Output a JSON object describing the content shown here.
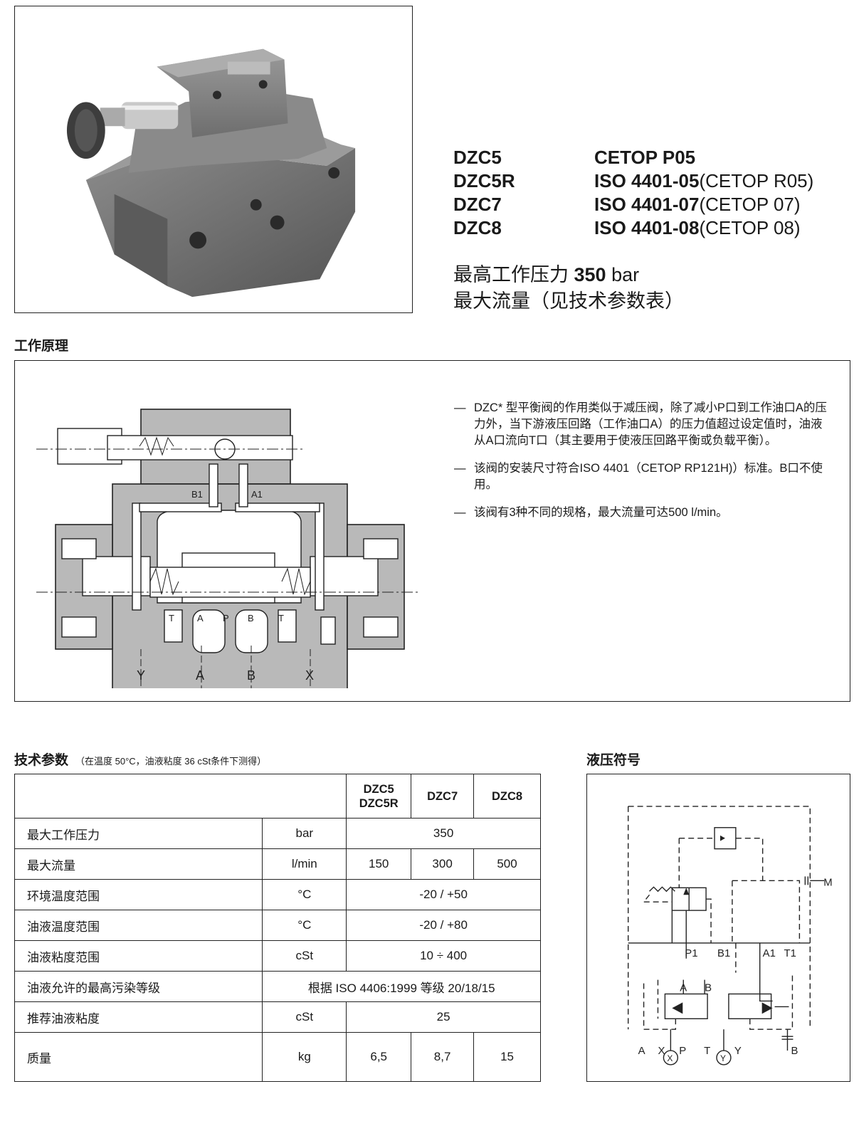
{
  "models": [
    {
      "code": "DZC5",
      "norm_bold": "CETOP P05",
      "norm_light": ""
    },
    {
      "code": "DZC5R",
      "norm_bold": "ISO 4401-05",
      "norm_light": " (CETOP R05)"
    },
    {
      "code": "DZC7",
      "norm_bold": "ISO 4401-07",
      "norm_light": " (CETOP 07)"
    },
    {
      "code": "DZC8",
      "norm_bold": "ISO 4401-08",
      "norm_light": " (CETOP 08)"
    }
  ],
  "headline": {
    "pressure_label": "最高工作压力 ",
    "pressure_value": "350",
    "pressure_unit": " bar",
    "flow": "最大流量（见技术参数表）"
  },
  "principle": {
    "title": "工作原理",
    "bullets": [
      "DZC* 型平衡阀的作用类似于减压阀，除了减小P口到工作油口A的压力外，当下游液压回路（工作油口A）的压力值超过设定值时，油液从A口流向T口（其主要用于使液压回路平衡或负载平衡）。",
      "该阀的安装尺寸符合ISO 4401（CETOP RP121H)）标准。B口不使用。",
      "该阀有3种不同的规格，最大流量可达500 l/min。"
    ],
    "dash": "—",
    "diagram_labels": {
      "b1": "B1",
      "a1": "A1",
      "t_left": "T",
      "a_in": "A",
      "p_in": "P",
      "b_in": "B",
      "t_right": "T",
      "y": "Y",
      "a": "A",
      "b": "B",
      "x": "X"
    }
  },
  "specs": {
    "title": "技术参数",
    "subtitle": "（在温度 50°C，油液粘度 36 cSt条件下测得）",
    "headers": {
      "col1a": "DZC5",
      "col1b": "DZC5R",
      "col2": "DZC7",
      "col3": "DZC8"
    },
    "rows": [
      {
        "param": "最大工作压力",
        "unit": "bar",
        "merged": "350"
      },
      {
        "param": "最大流量",
        "unit": "l/min",
        "v1": "150",
        "v2": "300",
        "v3": "500"
      },
      {
        "param": "环境温度范围",
        "unit": "°C",
        "merged": "-20 / +50"
      },
      {
        "param": "油液温度范围",
        "unit": "°C",
        "merged": "-20 / +80"
      },
      {
        "param": "油液粘度范围",
        "unit": "cSt",
        "merged": "10 ÷ 400"
      },
      {
        "param": "油液允许的最高污染等级",
        "full": "根据 ISO 4406:1999 等级 20/18/15"
      },
      {
        "param": "推荐油液粘度",
        "unit": "cSt",
        "merged": "25"
      },
      {
        "param": "质量",
        "unit": "kg",
        "v1": "6,5",
        "v2": "8,7",
        "v3": "15"
      }
    ]
  },
  "symbol": {
    "title": "液压符号",
    "labels": {
      "m": "M",
      "p1": "P1",
      "b1": "B1",
      "a1": "A1",
      "t1": "T1",
      "a_top": "A",
      "b_top": "B",
      "a": "A",
      "x": "X",
      "p": "P",
      "t": "T",
      "y": "Y",
      "b": "B",
      "x_circle": "X",
      "y_circle": "Y"
    }
  }
}
